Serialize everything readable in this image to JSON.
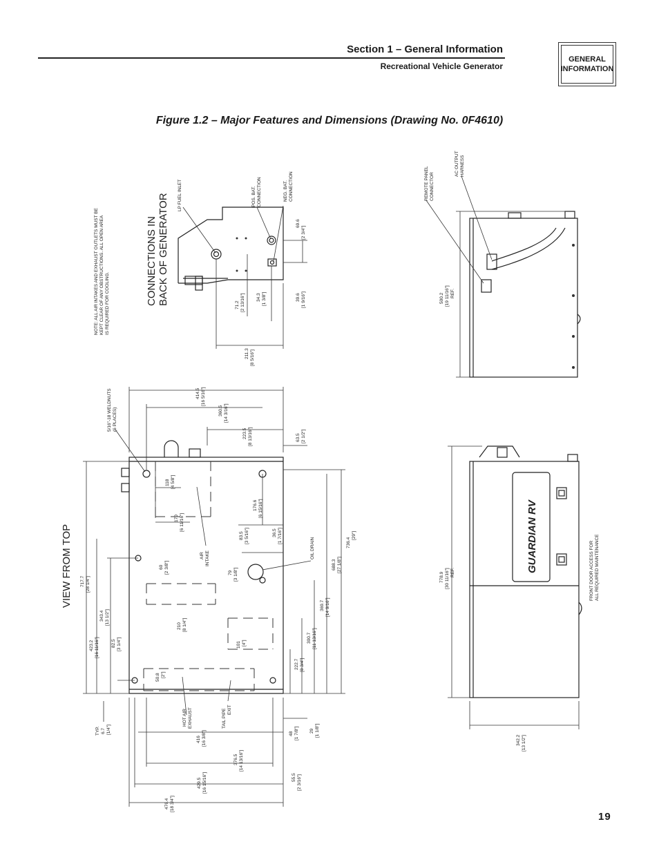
{
  "header": {
    "section_title": "Section 1 – General Information",
    "subtitle": "Recreational Vehicle Generator",
    "tab_line1": "GENERAL",
    "tab_line2": "INFORMATION"
  },
  "figure": {
    "title": "Figure 1.2 – Major Features and Dimensions (Drawing No. 0F4610)"
  },
  "back_view": {
    "title_line1": "CONNECTIONS IN",
    "title_line2": "BACK OF GENERATOR",
    "note_line1": "NOTE: ALL AIR INTAKES AND EXHAUST OUTLETS MUST BE",
    "note_line2": "KEPT CLEAR OF ANY OBSTRUCTIONS.  ALL OPEN AREA",
    "note_line3": "IS REQUIRED FOR COOLING.",
    "lp_fuel_inlet": "LP FUEL INLET",
    "pos_bat_1": "POS. BAT.",
    "pos_bat_2": "CONNECTION",
    "neg_bat_1": "NEG. BAT.",
    "neg_bat_2": "CONNECTION",
    "dim_69_6": "69.6",
    "dim_69_6_in": "[2 3/4\"]",
    "dim_71_2": "71.2",
    "dim_71_2_in": "[2 13/16\"]",
    "dim_34_3": "34.3",
    "dim_34_3_in": "[1 3/8\"]",
    "dim_39_6": "39.6",
    "dim_39_6_in": "[1 9/16\"]",
    "dim_211_3": "211.3",
    "dim_211_3_in": "[8 5/16\"]"
  },
  "right_top": {
    "remote_1": "REMOTE PANEL",
    "remote_2": "CONNECTOR",
    "ac_1": "AC OUTPUT",
    "ac_2": "HARNESS",
    "dim_500_2": "500.2",
    "dim_500_2_in": "[19 11/16\"]",
    "dim_500_2_ref": "REF."
  },
  "front_view": {
    "brand": "GUARDIAN RV",
    "front_door_1": "FRONT DOOR ACCESS FOR",
    "front_door_2": "ALL REQUIRED MAINTENANCE",
    "dim_778_9": "778.9",
    "dim_778_9_in": "[30 11/16\"]",
    "dim_778_9_ref": "REF.",
    "dim_342_2": "342.2",
    "dim_342_2_in": "[13 1/2\"]"
  },
  "top_view": {
    "title": "VIEW FROM TOP",
    "weldnuts_1": "5/16\"-18 WELDNUTS",
    "weldnuts_2": "(6 PLACES)",
    "air_intake_1": "AIR",
    "air_intake_2": "INTAKE",
    "oil_drain": "OIL DRAIN",
    "hot_air_1": "HOT AIR",
    "hot_air_2": "EXHAUST",
    "tail_pipe_1": "TAIL PIPE",
    "tail_pipe_2": "EXIT",
    "d414_5": "414.5",
    "d414_5_in": "[16 5/16\"]",
    "d360_5": "360.5",
    "d360_5_in": "[14 3/16\"]",
    "d223_5": "223.5",
    "d223_5_in": "[8 13/16\"]",
    "d63_5": "63.5",
    "d63_5_in": "[2 1/2\"]",
    "d118": "118",
    "d118_in": "[4 5/8\"]",
    "d170": "170",
    "d170_in": "[6 11/16\"]",
    "d176_6": "176.6",
    "d176_6_in": "[6 15/16\"]",
    "d83_5": "83.5",
    "d83_5_in": "[3 5/16\"]",
    "d36_5": "36.5",
    "d36_5_in": "[1 7/16\"]",
    "d736_4": "736.4",
    "d736_4_in": "[29\"]",
    "d717_7": "717.7",
    "d717_7_in": "[28 1/4\"]",
    "d60": "60",
    "d60_in": "[2 3/8\"]",
    "d79": "79",
    "d79_in": "[3 1/8\"]",
    "d688_3": "688.3",
    "d688_3_in": "[27 1/8\"]",
    "d343_4": "343.4",
    "d343_4_in": "[13 1/2\"]",
    "d423_2": "423.2",
    "d423_2_in": "[16 11/16\"]",
    "d82_5": "82.5",
    "d82_5_in": "[3 1/4\"]",
    "d210": "210",
    "d210_in": "[8 1/4\"]",
    "d101": "101",
    "d101_in": "[4\"]",
    "d369_7": "369.7",
    "d369_7_in": "[14 9/16\"]",
    "d300_7": "300.7",
    "d300_7_in": "[11 13/16\"]",
    "d222_7": "222.7",
    "d222_7_in": "[8 3/4\"]",
    "d50_8": "50.8",
    "d50_8_in": "[2\"]",
    "typ": "TYP.",
    "d6_7": "6.7",
    "d6_7_in": "[1/4\"]",
    "d416": "416",
    "d416_in": "[16 3/8\"]",
    "d48": "48",
    "d48_in": "[1 7/8\"]",
    "d29": "29",
    "d29_in": "[1 1/8\"]",
    "d376_5": "376.5",
    "d376_5_in": "[14 13/16\"]",
    "d429_5": "429.5",
    "d429_5_in": "[16 15/16\"]",
    "d55_5": "55.5",
    "d55_5_in": "[2 3/16\"]",
    "d476_4": "476.4",
    "d476_4_in": "[18 3/4\"]"
  },
  "footer": {
    "page_number": "19"
  }
}
